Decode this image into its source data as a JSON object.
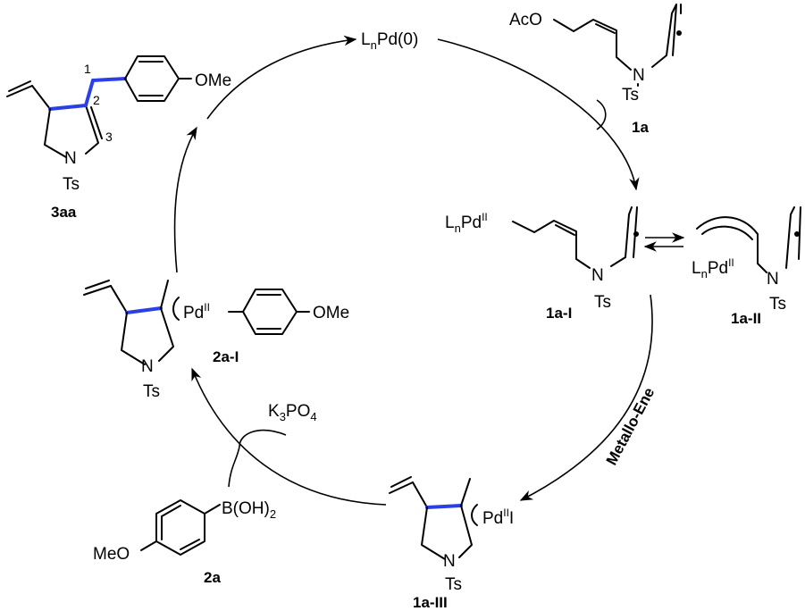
{
  "species": {
    "pd0": {
      "base": "L",
      "sub": "n",
      "rest": "Pd(0)"
    },
    "s1a": {
      "label": "1a",
      "aco": "AcO",
      "n": "N",
      "ts": "Ts"
    },
    "s1aI": {
      "label": "1a-I",
      "l": "L",
      "sub": "n",
      "pd": "Pd",
      "ox": "II",
      "n": "N",
      "ts": "Ts"
    },
    "s1aII": {
      "label": "1a-II",
      "l": "L",
      "sub": "n",
      "pd": "Pd",
      "ox": "II",
      "n": "N",
      "ts": "Ts"
    },
    "s1aIII": {
      "label": "1a-III",
      "pd": "Pd",
      "ox": "II",
      "x": "I",
      "n": "N",
      "ts": "Ts"
    },
    "s2a": {
      "label": "2a",
      "boron": "B(OH)",
      "boron_sub": "2",
      "meo": "MeO"
    },
    "s2aI": {
      "label": "2a-I",
      "pd": "Pd",
      "ox": "II",
      "ome": "OMe",
      "n": "N",
      "ts": "Ts"
    },
    "s3aa": {
      "label": "3aa",
      "ome": "OMe",
      "n": "N",
      "ts": "Ts",
      "pos1": "1",
      "pos2": "2",
      "pos3": "3"
    }
  },
  "reagents": {
    "base": {
      "k": "K",
      "k_sub": "3",
      "po": "PO",
      "po_sub": "4"
    }
  },
  "steps": {
    "metallo_ene": "Metallo-Ene"
  },
  "colors": {
    "new_bond": "#2b3fe6",
    "line": "#000000"
  }
}
